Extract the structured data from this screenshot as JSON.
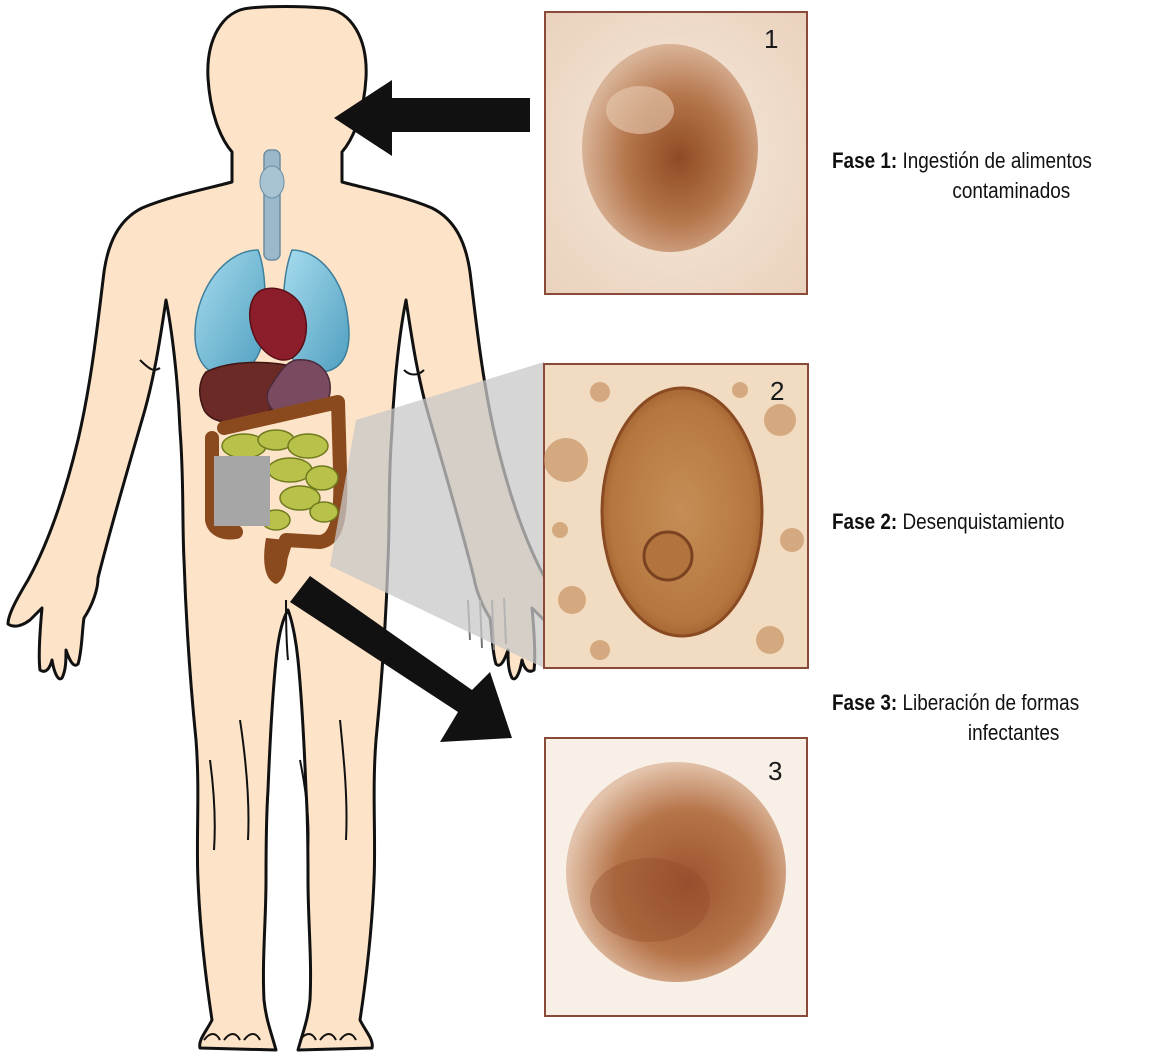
{
  "panels": [
    {
      "number": "1",
      "stage": "ingestion"
    },
    {
      "number": "2",
      "stage": "excystation"
    },
    {
      "number": "3",
      "stage": "release"
    }
  ],
  "phases": [
    {
      "label": "Fase 1:",
      "text": "Ingestión de alimentos",
      "text_cont": "contaminados"
    },
    {
      "label": "Fase 2:",
      "text": "Desenquistamiento",
      "text_cont": ""
    },
    {
      "label": "Fase 3:",
      "text": "Liberación de formas",
      "text_cont": "infectantes"
    }
  ],
  "colors": {
    "skin": "#fde3c7",
    "outline": "#111111",
    "arrow": "#111111",
    "micrograph_bg": "#f3e2d2",
    "cyst": "#b06f45",
    "lung": "#7ec8e0",
    "heart": "#8b1e2a",
    "liver": "#6b2a26",
    "intestine": "#b8c24a",
    "colon": "#8a4a1e",
    "zoom_cone": "#c8c8c8"
  },
  "icons": [
    "human-body-icon",
    "arrow-icon"
  ]
}
